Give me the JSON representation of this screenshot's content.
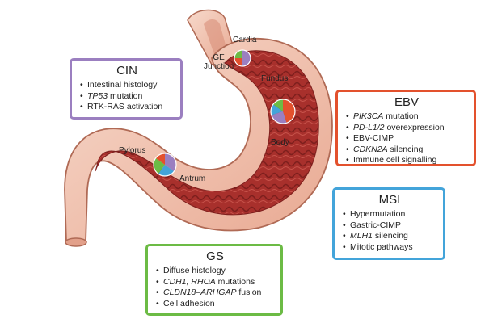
{
  "anatomy_labels": {
    "cardia": "Cardia",
    "ge_junction_line1": "GE",
    "ge_junction_line2": "Junction",
    "fundus": "Fundus",
    "body": "Body",
    "pylorus": "Pylorus",
    "antrum": "Antrum"
  },
  "subtypes": {
    "cin": {
      "title": "CIN",
      "items": [
        {
          "pre": "",
          "italic": "",
          "post": "Intestinal histology"
        },
        {
          "pre": "",
          "italic": "TP53",
          "post": " mutation"
        },
        {
          "pre": "",
          "italic": "",
          "post": "RTK-RAS activation"
        }
      ]
    },
    "ebv": {
      "title": "EBV",
      "items": [
        {
          "pre": "",
          "italic": "PIK3CA",
          "post": " mutation"
        },
        {
          "pre": "",
          "italic": "PD-L1/2",
          "post": " overexpression"
        },
        {
          "pre": "",
          "italic": "",
          "post": "EBV-CIMP"
        },
        {
          "pre": "",
          "italic": "CDKN2A",
          "post": " silencing"
        },
        {
          "pre": "",
          "italic": "",
          "post": "Immune cell signalling"
        }
      ]
    },
    "msi": {
      "title": "MSI",
      "items": [
        {
          "pre": "",
          "italic": "",
          "post": "Hypermutation"
        },
        {
          "pre": "",
          "italic": "",
          "post": "Gastric-CIMP"
        },
        {
          "pre": "",
          "italic": "MLH1",
          "post": " silencing"
        },
        {
          "pre": "",
          "italic": "",
          "post": "Mitotic pathways"
        }
      ]
    },
    "gs": {
      "title": "GS",
      "items": [
        {
          "pre": "",
          "italic": "",
          "post": "Diffuse histology"
        },
        {
          "pre": "",
          "italic": "CDH1, RHOA",
          "post": " mutations"
        },
        {
          "pre": "",
          "italic": "CLDN18–ARHGAP",
          "post": " fusion"
        },
        {
          "pre": "",
          "italic": "",
          "post": "Cell adhesion"
        }
      ]
    }
  },
  "colors": {
    "cin": "#9b7fc0",
    "ebv": "#e3512d",
    "msi": "#43a4da",
    "gs": "#6cbb45",
    "stomach_outer": "#f2c6b4",
    "stomach_outline": "#b06a55",
    "stomach_inner": "#a8302c"
  },
  "pies": {
    "cardia": {
      "cin": 0.5,
      "ebv": 0.25,
      "gs": 0.25
    },
    "body": {
      "ebv": 0.45,
      "cin": 0.25,
      "msi": 0.15,
      "gs": 0.15
    },
    "antrum": {
      "cin": 0.35,
      "msi": 0.25,
      "gs": 0.25,
      "ebv": 0.15
    }
  }
}
